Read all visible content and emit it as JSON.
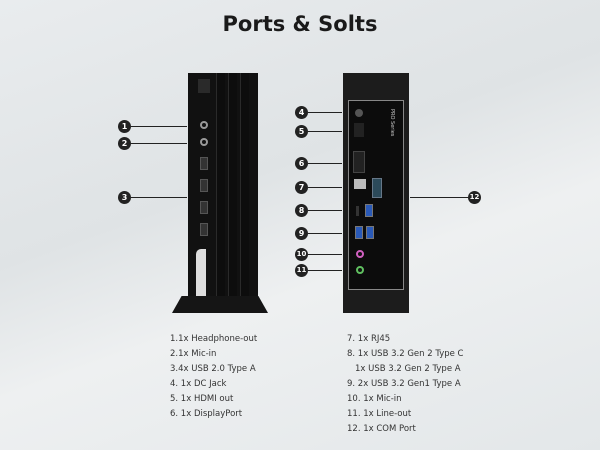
{
  "title": "Ports & Solts",
  "callouts": [
    "1",
    "2",
    "3",
    "4",
    "5",
    "6",
    "7",
    "8",
    "9",
    "10",
    "11",
    "12"
  ],
  "specs_left": [
    "1.1x Headphone-out",
    "2.1x Mic-in",
    "3.4x USB 2.0 Type A",
    "4. 1x DC Jack",
    "5. 1x HDMI out",
    "6. 1x DisplayPort"
  ],
  "specs_right": [
    "7. 1x RJ45",
    "8. 1x USB 3.2 Gen 2 Type C",
    "1x USB 3.2 Gen 2 Type A",
    "9. 2x USB 3.2 Gen1 Type A",
    "10. 1x Mic-in",
    "11. 1x Line-out",
    "12. 1x COM Port"
  ],
  "logo_text": "PRO Series",
  "colors": {
    "background": "#e6e9eb",
    "device": "#111111",
    "mic_jack": "#d060c0",
    "line_out_jack": "#60c060",
    "usb3": "#2a5ab8"
  }
}
